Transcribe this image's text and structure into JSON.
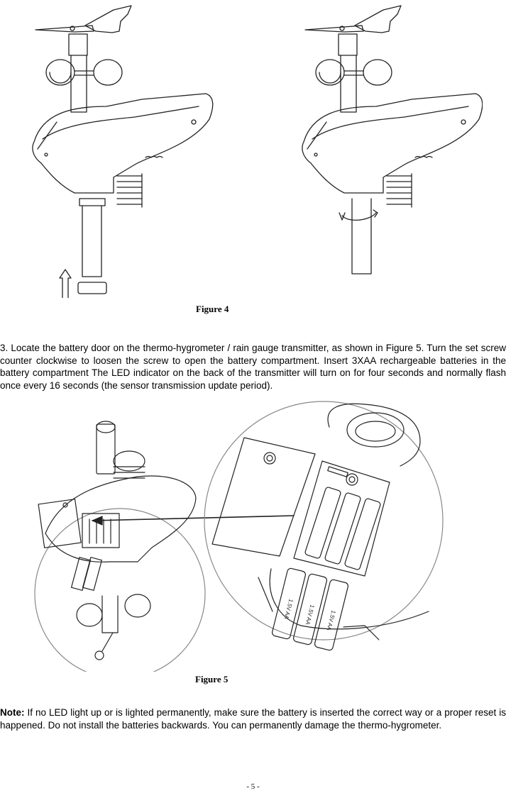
{
  "figure4": {
    "caption": "Figure 4"
  },
  "step3": {
    "text": "3. Locate the battery door on the thermo-hygrometer / rain gauge transmitter, as shown in Figure 5. Turn the set screw counter clockwise to loosen the screw to open the battery compartment. Insert 3XAA rechargeable batteries in the battery compartment The LED indicator on the back of the transmitter will turn on for four seconds and normally flash once every 16 seconds (the sensor transmission update period)."
  },
  "figure5": {
    "caption": "Figure 5",
    "battery_label": "1.5V AA"
  },
  "note": {
    "label": "Note:",
    "text": " If no LED light up or is lighted permanently, make sure the battery is inserted the correct way or a proper reset is happened. Do not install the batteries backwards. You can permanently damage the thermo-hygrometer."
  },
  "footer": {
    "page": "- 5 -"
  }
}
